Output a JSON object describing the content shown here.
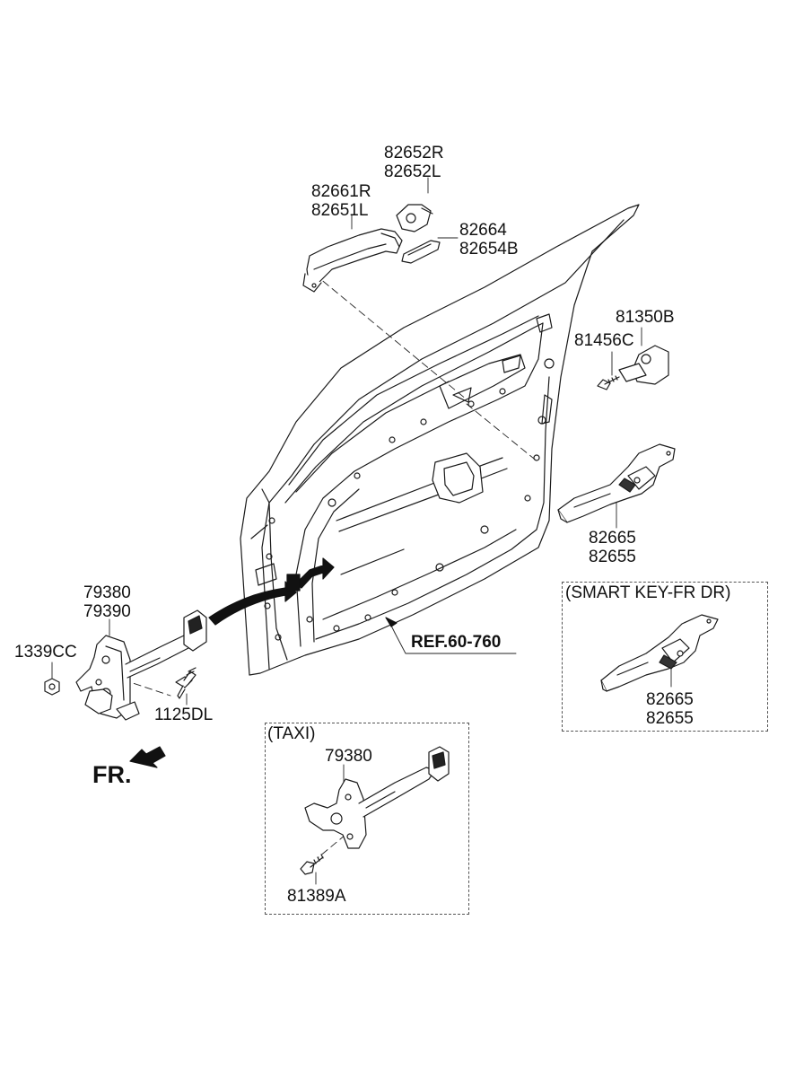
{
  "labels": {
    "handle_cover": [
      "82652R",
      "82652L"
    ],
    "outside_handle": [
      "82661R",
      "82651L"
    ],
    "gasket": [
      "82664",
      "82654B"
    ],
    "striker": "81350B",
    "striker_screw": "81456C",
    "handle_base": [
      "82665",
      "82655"
    ],
    "checker": [
      "79380",
      "79390"
    ],
    "nut": "1339CC",
    "bolt": "1125DL",
    "reference": "REF.60-760",
    "taxi_checker": "79380",
    "taxi_bolt": "81389A",
    "smartkey_base": [
      "82665",
      "82655"
    ]
  },
  "boxes": {
    "taxi_title": "(TAXI)",
    "smartkey_title": "(SMART KEY-FR DR)"
  },
  "front_indicator": "FR.",
  "colors": {
    "line": "#1a1a1a",
    "part_fill": "#ffffff",
    "dark_fill": "#111111"
  }
}
